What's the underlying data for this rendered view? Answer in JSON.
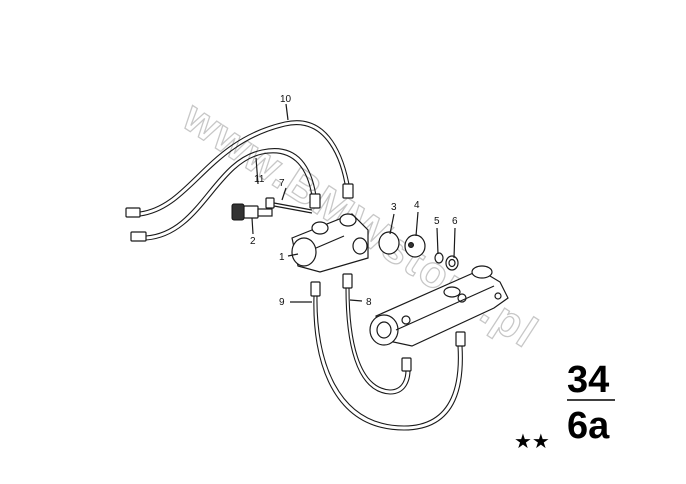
{
  "watermark": "www.BMWstore.pl",
  "group_number": "34",
  "subgroup_number": "6a",
  "stars": "★★",
  "callouts": [
    "1",
    "2",
    "3",
    "4",
    "5",
    "6",
    "7",
    "8",
    "9",
    "10",
    "11"
  ]
}
